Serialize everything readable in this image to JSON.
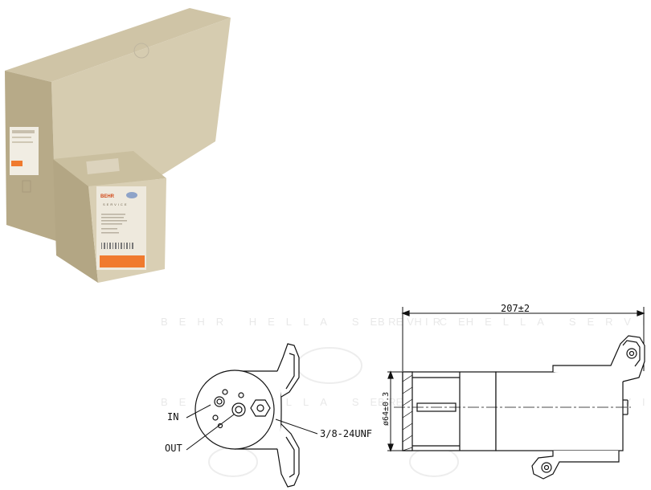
{
  "packaging": {
    "brand_logo": "BEHR",
    "brand_tagline": "SERVICE",
    "box_icons": [
      "hella-logo-icon",
      "barcode-icon",
      "hologram-seal-icon"
    ]
  },
  "drawing_left": {
    "label_in": "IN",
    "label_out": "OUT",
    "label_thread": "3/8-24UNF"
  },
  "drawing_right": {
    "dim_length": "207±2",
    "dim_diameter": "ø64±0.3"
  },
  "watermark": {
    "text": "BEHR HELLA SERVICE"
  },
  "colors": {
    "box_light": "#d8cfb6",
    "box_mid": "#c9bd9c",
    "box_dark": "#a99c7c",
    "label_orange": "#f07a2e",
    "line": "#111111"
  }
}
